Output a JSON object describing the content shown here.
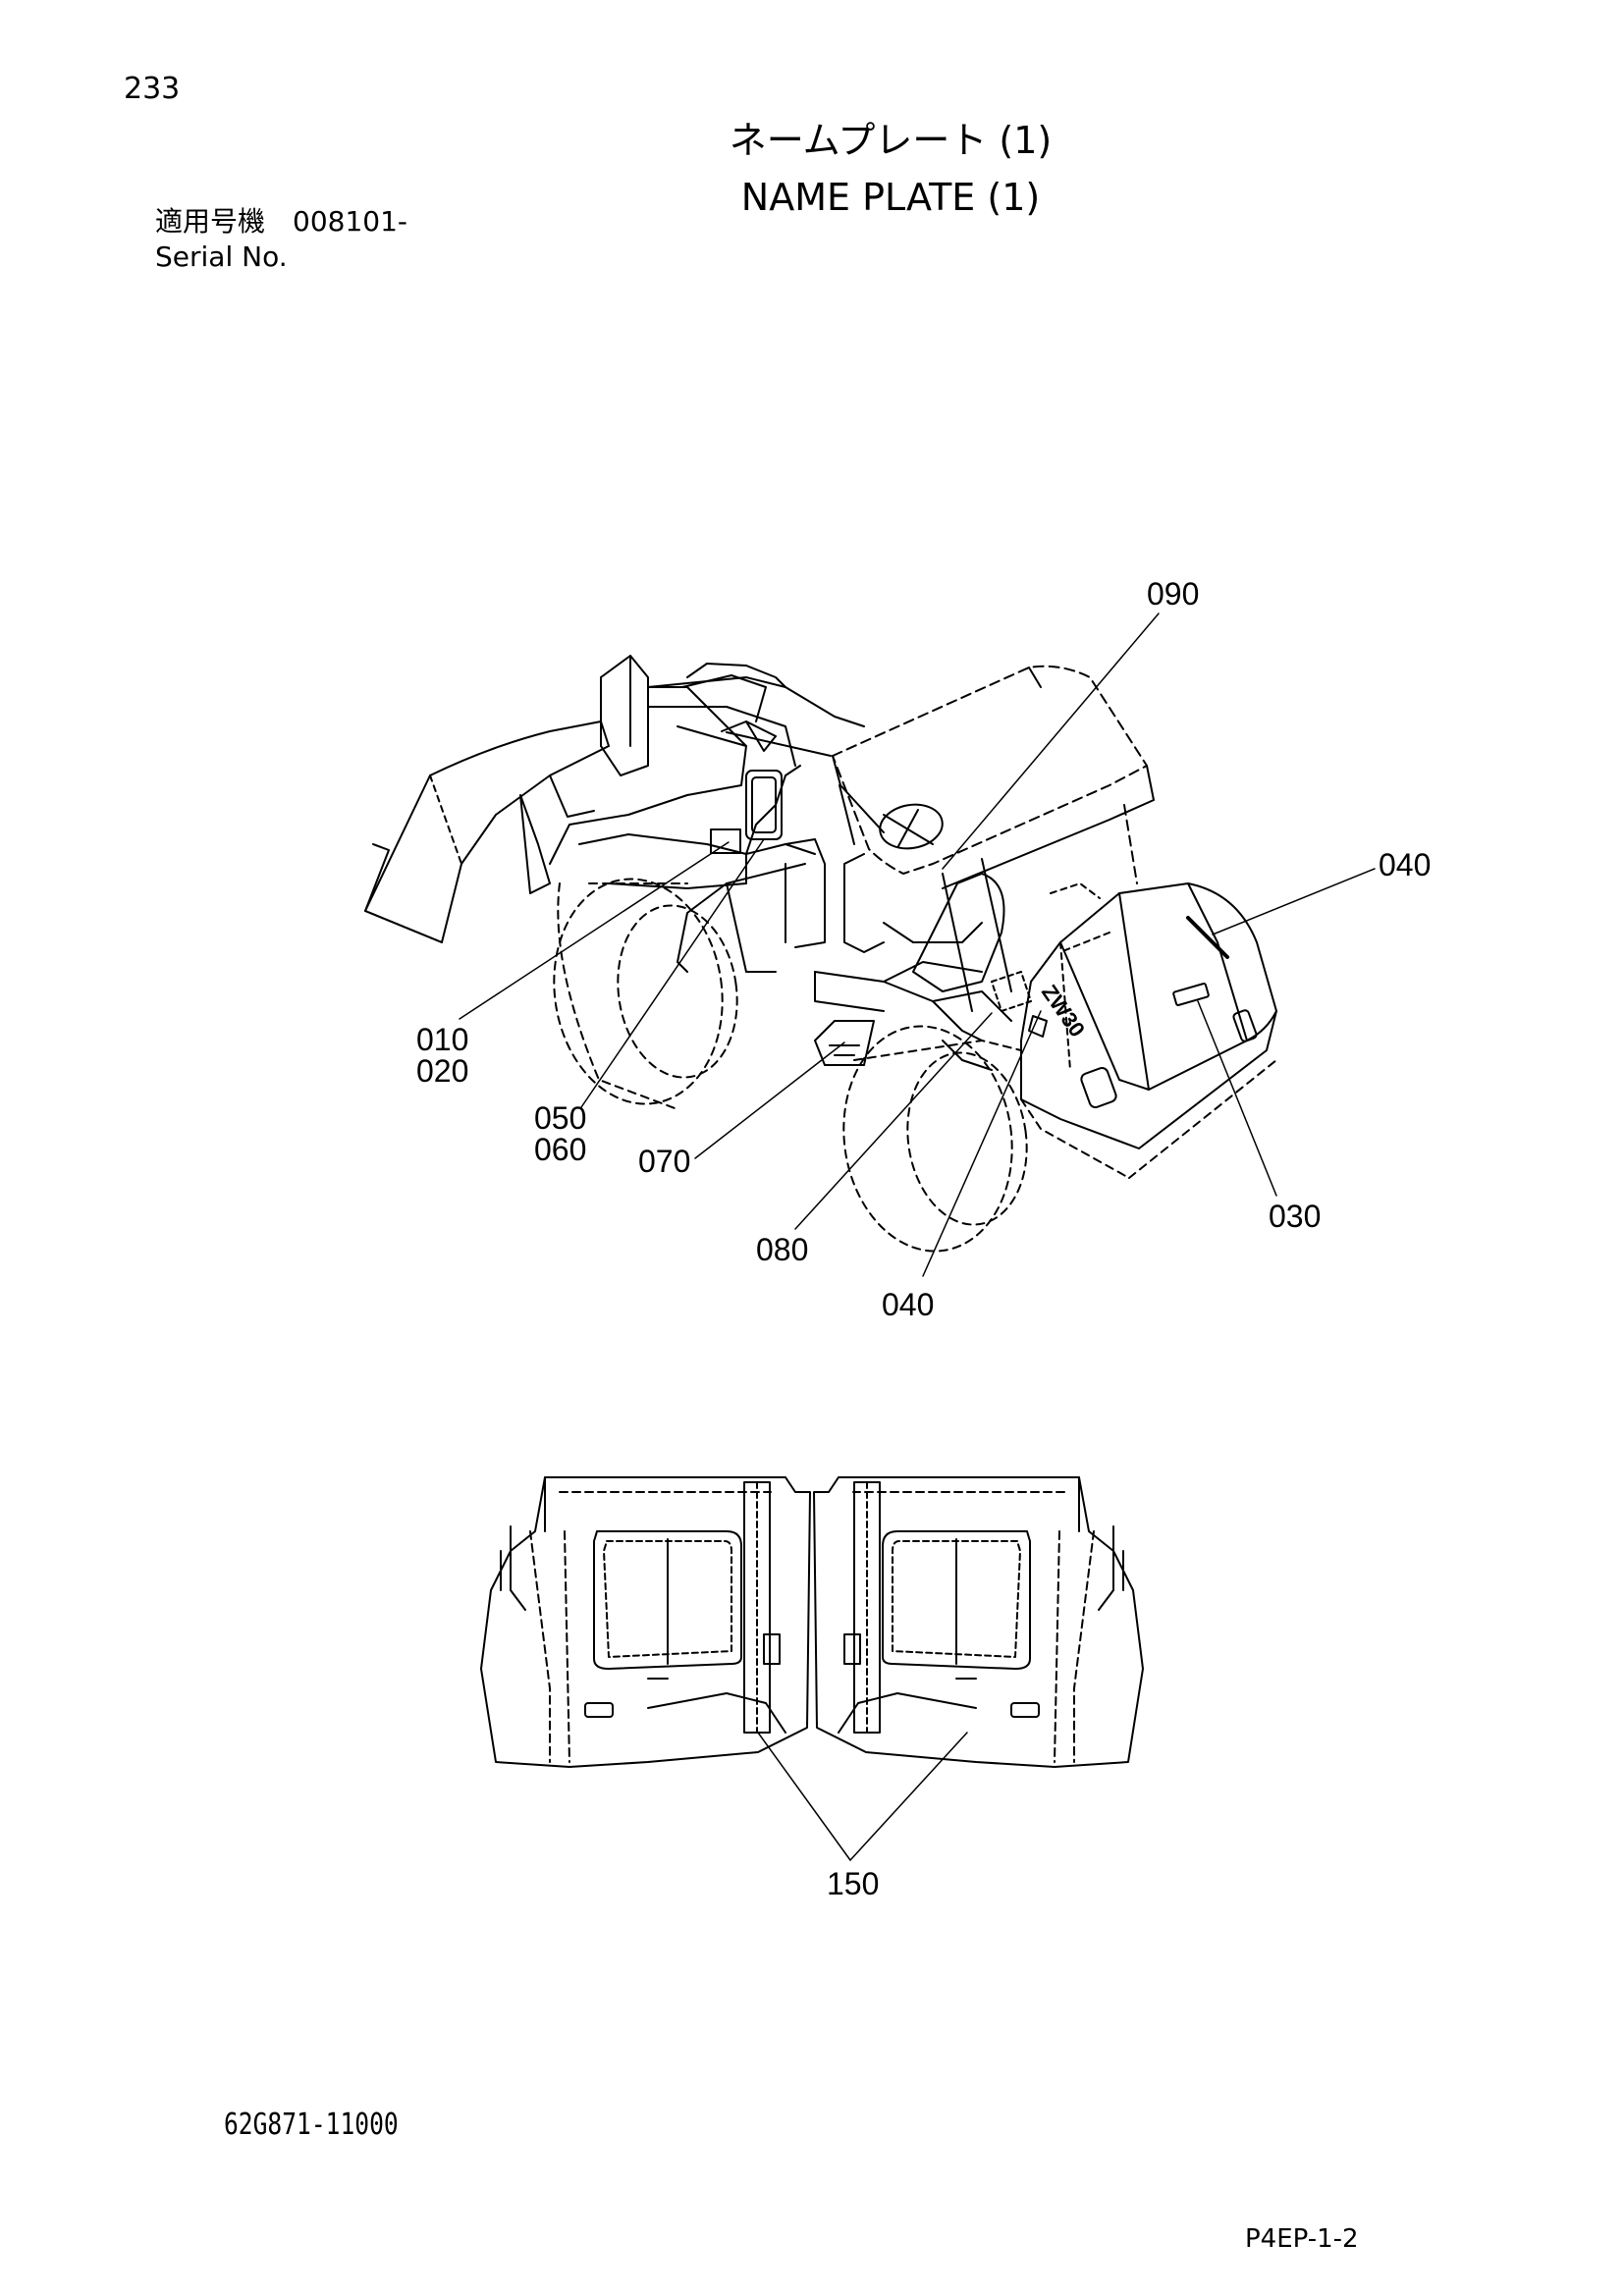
{
  "header": {
    "page_number": "233",
    "title_jp": "ネームプレート (1)",
    "title_en": "NAME PLATE (1)",
    "serial_label_jp": "適用号機　008101-",
    "serial_label_en": "Serial No."
  },
  "callouts": {
    "c090": "090",
    "c040a": "040",
    "c010": "010",
    "c020": "020",
    "c050": "050",
    "c060": "060",
    "c070": "070",
    "c080": "080",
    "c030": "030",
    "c040b": "040",
    "c150": "150"
  },
  "decal": {
    "model_text": "ZW30"
  },
  "footer": {
    "part_code": "62G871-11000",
    "page_ref": "P4EP-1-2"
  }
}
